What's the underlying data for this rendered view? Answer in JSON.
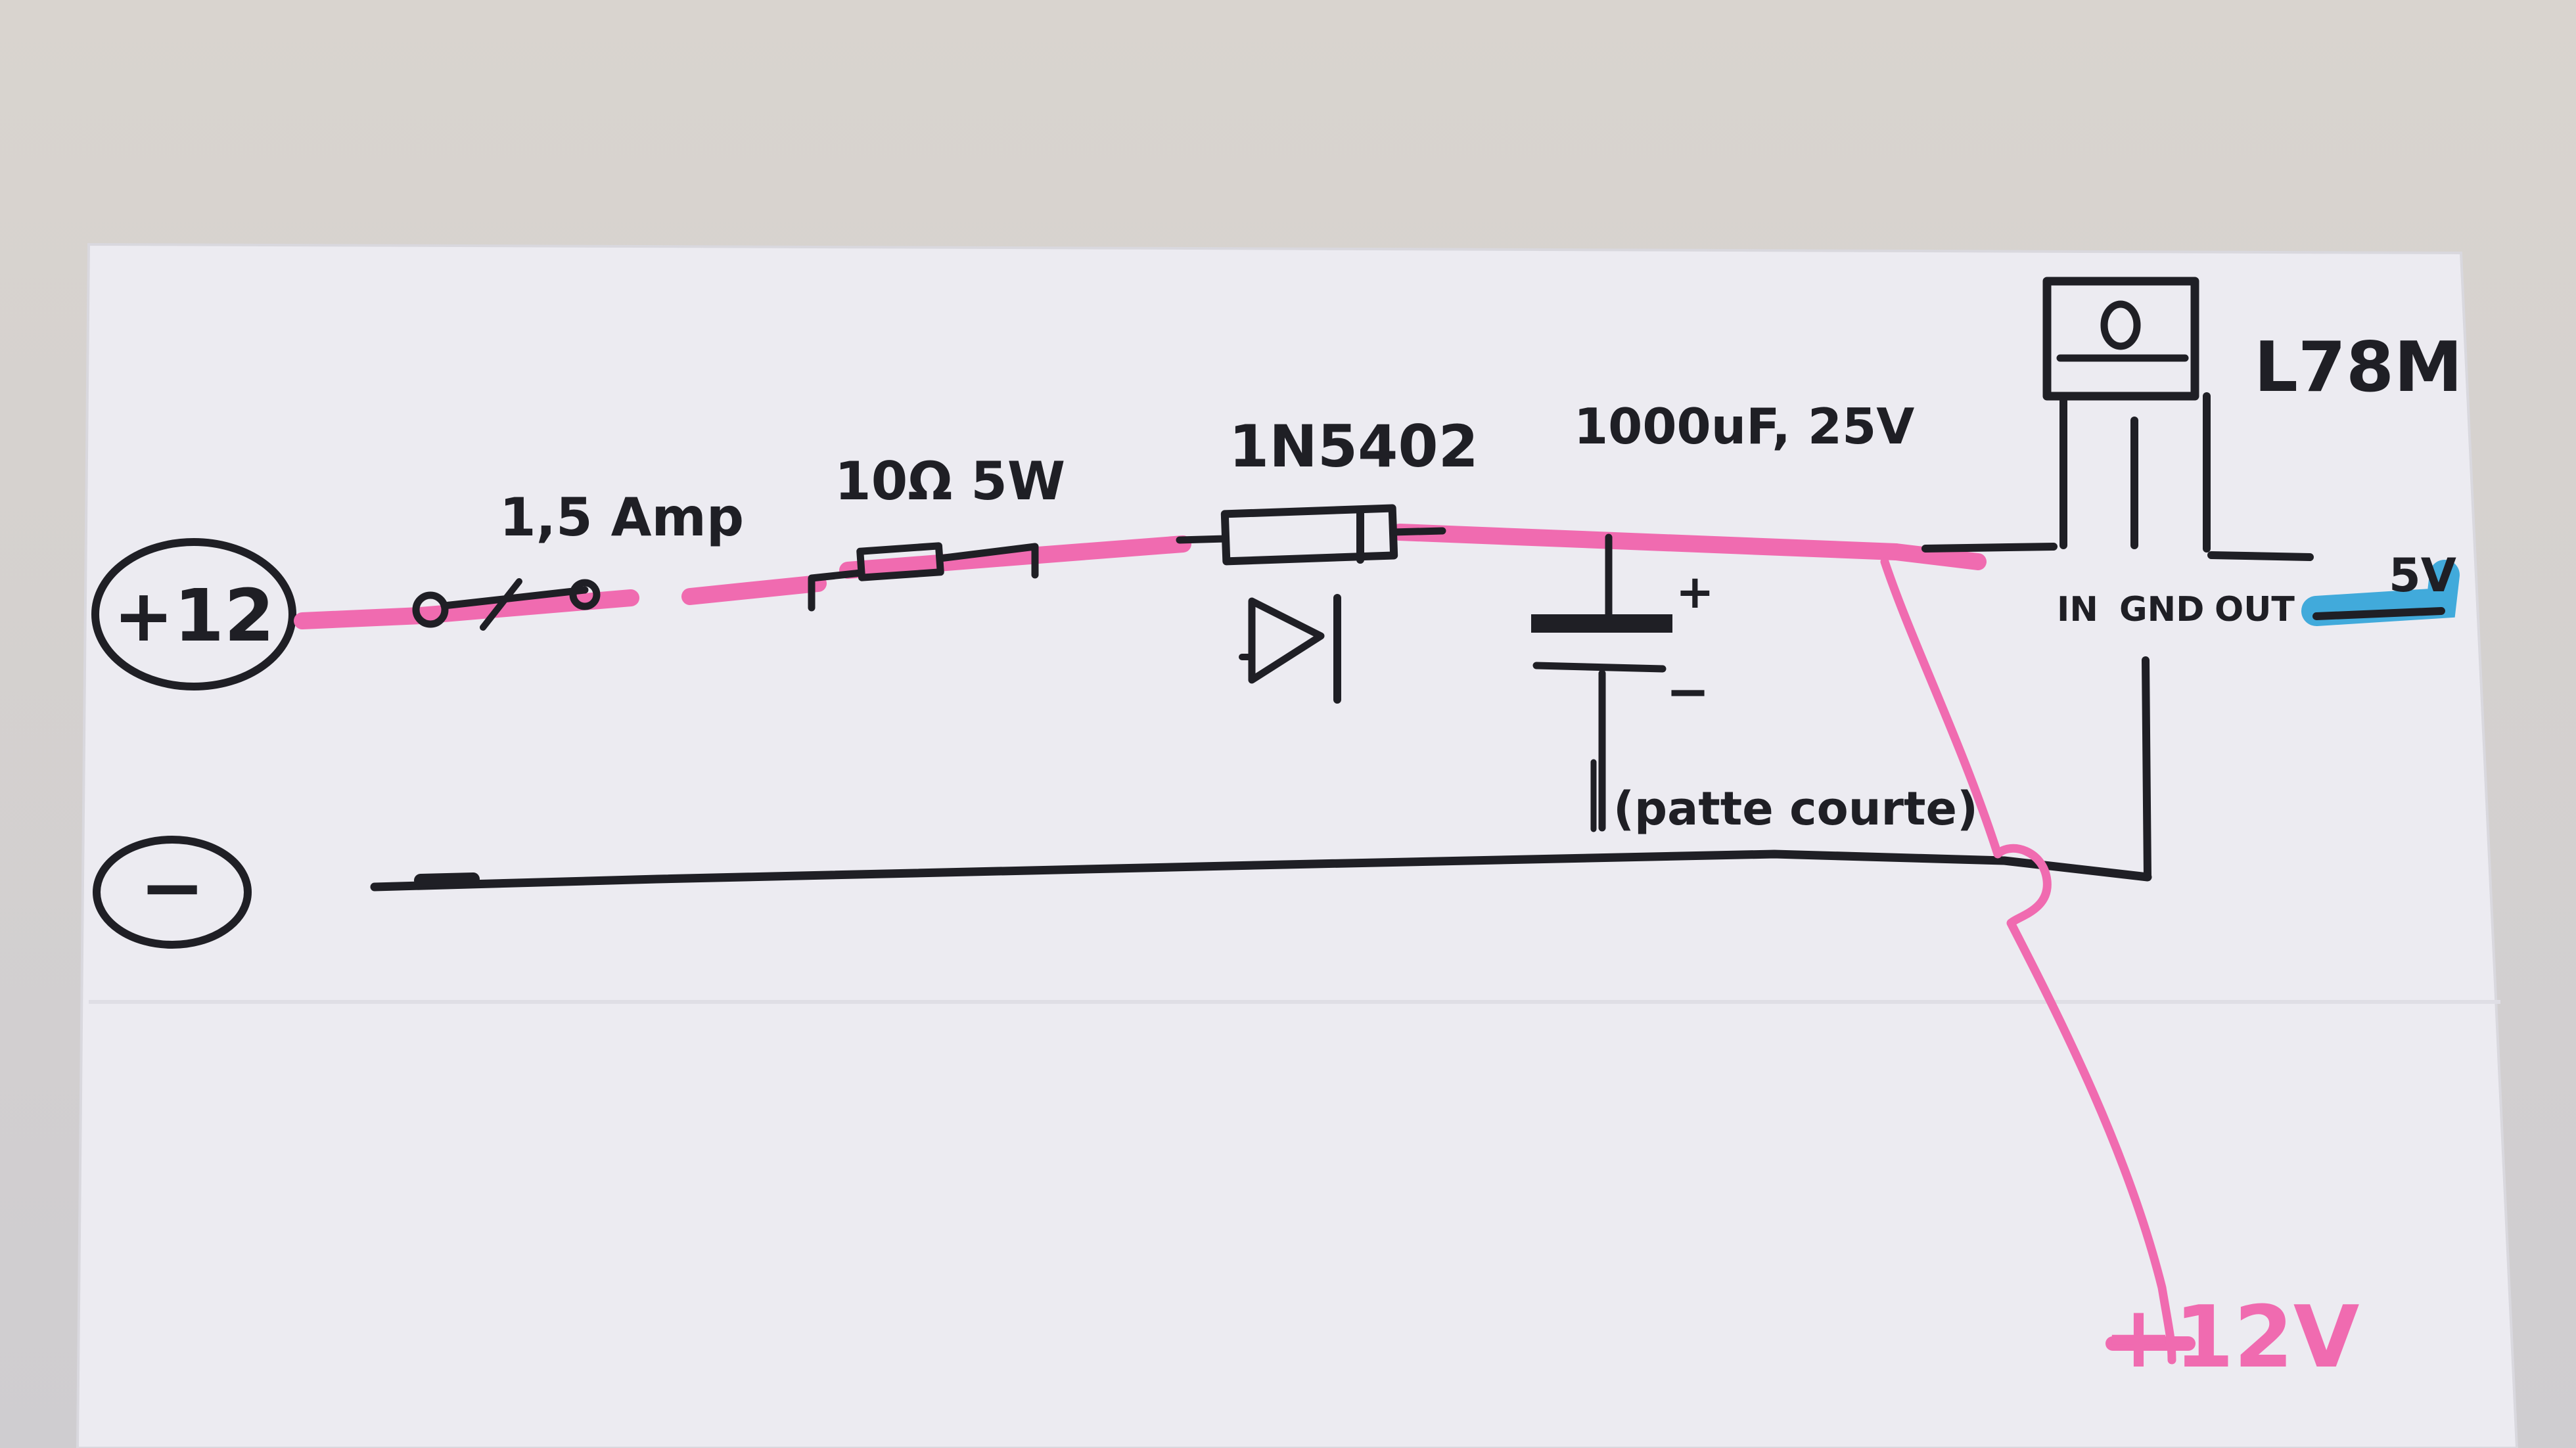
{
  "labels": {
    "plus_terminal": "+12",
    "minus_terminal": "−",
    "fuse": "1,5 Amp",
    "resistor": "10Ω 5W",
    "diode": "1N5402",
    "capacitor": "1000uF, 25V",
    "cap_plus": "+",
    "cap_minus": "−",
    "cap_note": "(patte courte)",
    "regulator": "L78M",
    "pin_in": "IN",
    "pin_gnd": "GND",
    "pin_out": "OUT",
    "output_5v": "5V",
    "output_12v": "+12V"
  },
  "colors": {
    "ink": "#1f1f25",
    "wire_12v": "#f06bb0",
    "wire_5v": "#2fa3d8",
    "paper": "#ecebf1"
  }
}
